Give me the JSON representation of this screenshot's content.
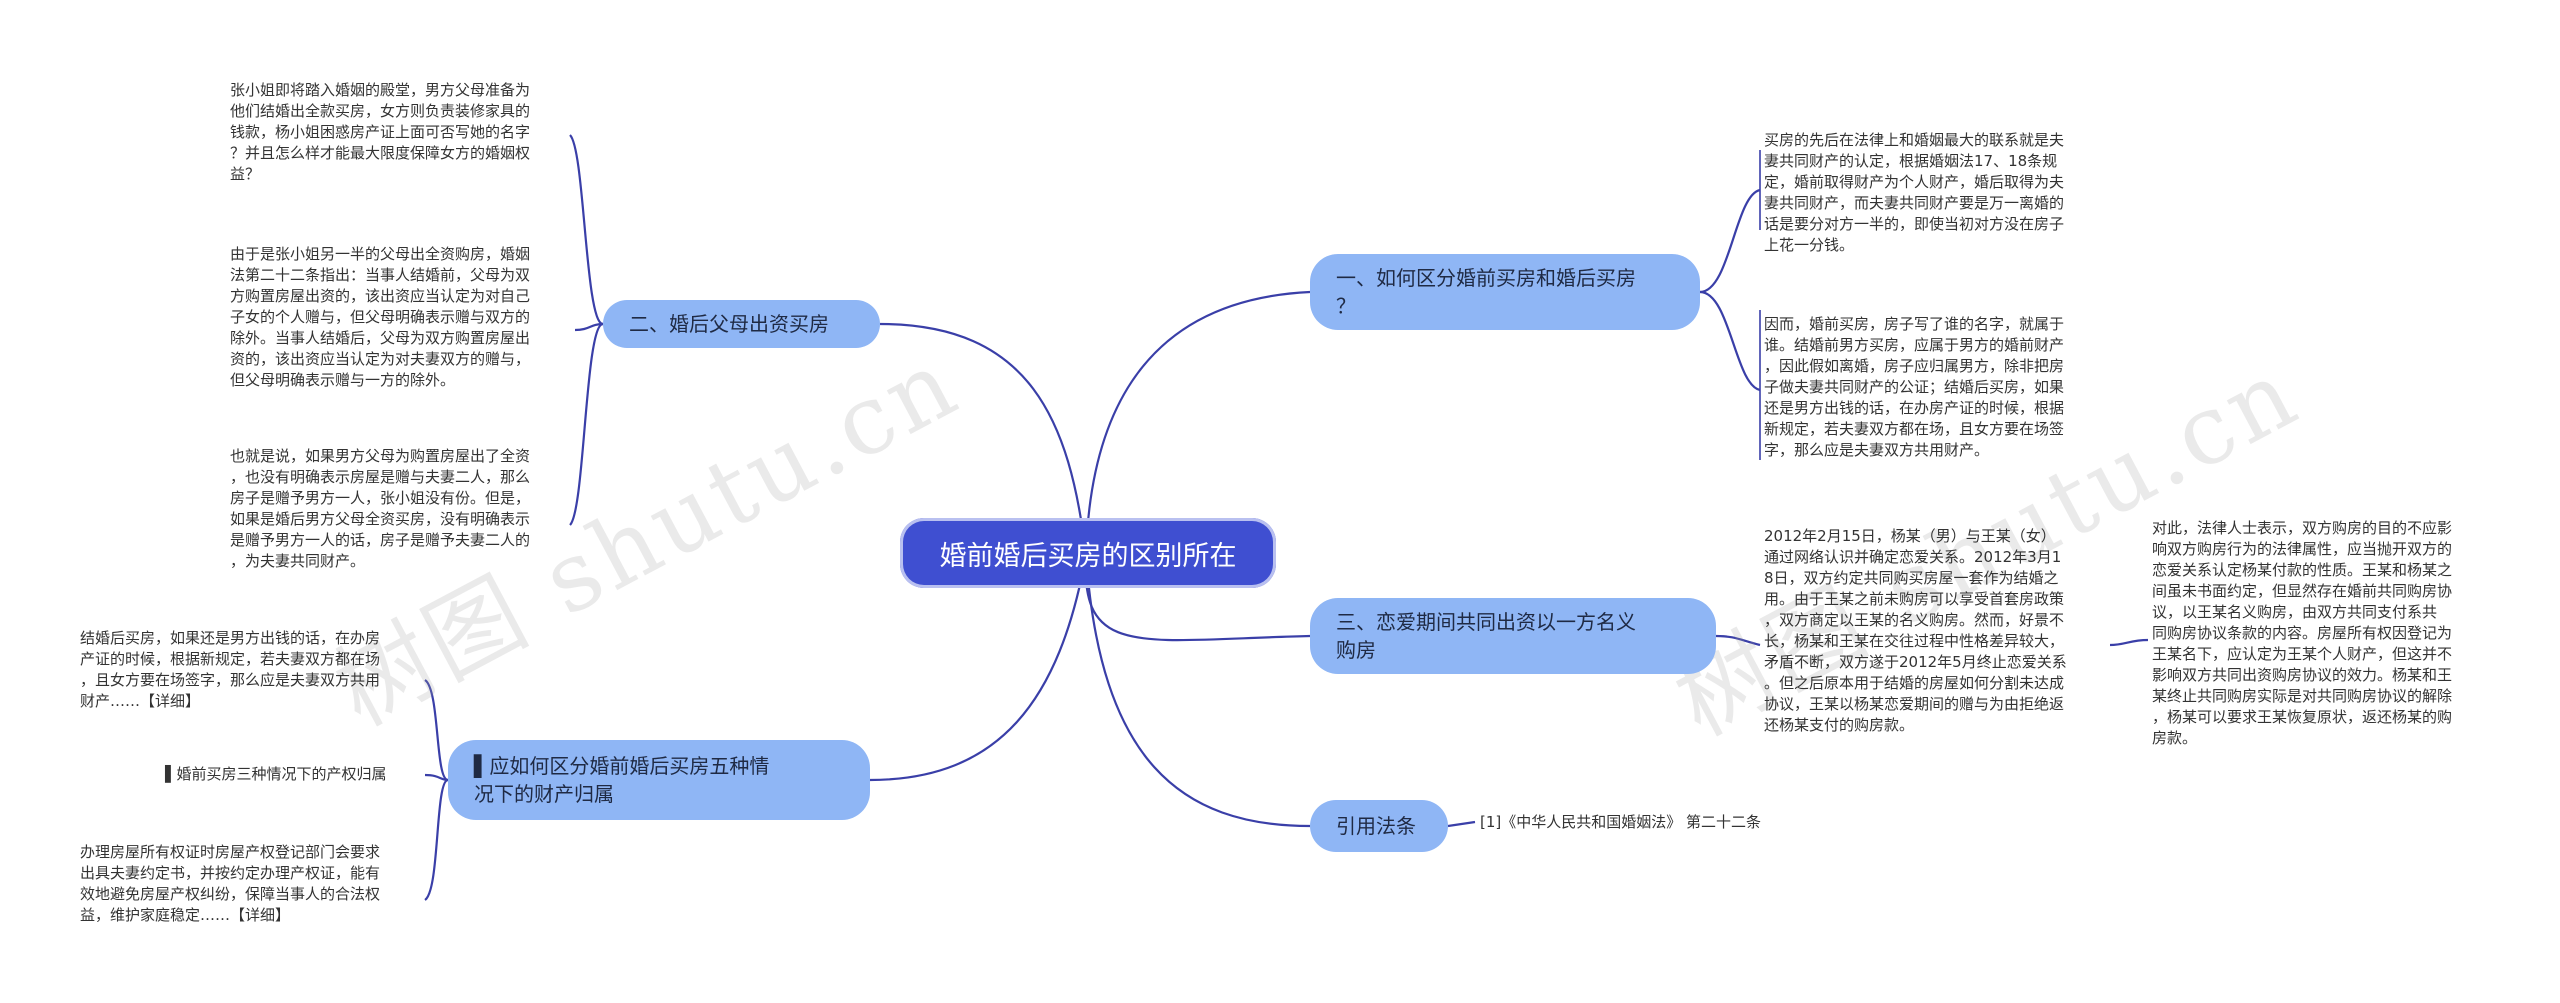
{
  "root": {
    "label": "婚前婚后买房的区别所在"
  },
  "branches": {
    "b1": {
      "label": "一、如何区分婚前买房和婚后买房\n？"
    },
    "b2": {
      "label": "二、婚后父母出资买房"
    },
    "b3": {
      "label": "三、恋爱期间共同出资以一方名义\n购房"
    },
    "b4": {
      "label": "▌应如何区分婚前婚后买房五种情\n况下的财产归属"
    },
    "b5": {
      "label": "引用法条"
    }
  },
  "leaves": {
    "b1_1": "买房的先后在法律上和婚姻最大的联系就是夫\n妻共同财产的认定，根据婚姻法17、18条规\n定，婚前取得财产为个人财产，婚后取得为夫\n妻共同财产，而夫妻共同财产要是万一离婚的\n话是要分对方一半的，即使当初对方没在房子\n上花一分钱。",
    "b1_2": "因而，婚前买房，房子写了谁的名字，就属于\n谁。结婚前男方买房，应属于男方的婚前财产\n，因此假如离婚，房子应归属男方，除非把房\n子做夫妻共同财产的公证；结婚后买房，如果\n还是男方出钱的话，在办房产证的时候，根据\n新规定，若夫妻双方都在场，且女方要在场签\n字，那么应是夫妻双方共用财产。",
    "b2_1": "张小姐即将踏入婚姻的殿堂，男方父母准备为\n他们结婚出全款买房，女方则负责装修家具的\n钱款，杨小姐困惑房产证上面可否写她的名字\n？并且怎么样才能最大限度保障女方的婚姻权\n益？",
    "b2_2": "由于是张小姐另一半的父母出全资购房，婚姻\n法第二十二条指出：当事人结婚前，父母为双\n方购置房屋出资的，该出资应当认定为对自己\n子女的个人赠与，但父母明确表示赠与双方的\n除外。当事人结婚后，父母为双方购置房屋出\n资的，该出资应当认定为对夫妻双方的赠与，\n但父母明确表示赠与一方的除外。",
    "b2_3": "也就是说，如果男方父母为购置房屋出了全资\n，也没有明确表示房屋是赠与夫妻二人，那么\n房子是赠予男方一人，张小姐没有份。但是，\n如果是婚后男方父母全资买房，没有明确表示\n是赠予男方一人的话，房子是赠予夫妻二人的\n，为夫妻共同财产。",
    "b3_1": "2012年2月15日，杨某（男）与王某（女）\n通过网络认识并确定恋爱关系。2012年3月1\n8日，双方约定共同购买房屋一套作为结婚之\n用。由于王某之前未购房可以享受首套房政策\n，双方商定以王某的名义购房。然而，好景不\n长，杨某和王某在交往过程中性格差异较大，\n矛盾不断，双方遂于2012年5月终止恋爱关系\n。但之后原本用于结婚的房屋如何分割未达成\n协议，王某以杨某恋爱期间的赠与为由拒绝返\n还杨某支付的购房款。",
    "b3_1_1": "对此，法律人士表示，双方购房的目的不应影\n响双方购房行为的法律属性，应当抛开双方的\n恋爱关系认定杨某付款的性质。王某和杨某之\n间虽未书面约定，但显然存在婚前共同购房协\n议，以王某名义购房，由双方共同支付系共\n同购房协议条款的内容。房屋所有权因登记为\n王某名下，应认定为王某个人财产，但这并不\n影响双方共同出资购房协议的效力。杨某和王\n某终止共同购房实际是对共同购房协议的解除\n，杨某可以要求王某恢复原状，返还杨某的购\n房款。",
    "b4_1": "结婚后买房，如果还是男方出钱的话，在办房\n产证的时候，根据新规定，若夫妻双方都在场\n，且女方要在场签字，那么应是夫妻双方共用\n财产……【详细】",
    "b4_2": "▌婚前买房三种情况下的产权归属",
    "b4_3": "办理房屋所有权证时房屋产权登记部门会要求\n出具夫妻约定书，并按约定办理产权证，能有\n效地避免房屋产权纠纷，保障当事人的合法权\n益，维护家庭稳定……【详细】",
    "b5_1": "[1]《中华人民共和国婚姻法》 第二十二条"
  },
  "watermarks": [
    "树图 shutu.cn",
    "树图 shutu.cn"
  ],
  "colors": {
    "root": "#3f4fd1",
    "branch": "#8fb6f5",
    "line": "#3a3fa8"
  }
}
